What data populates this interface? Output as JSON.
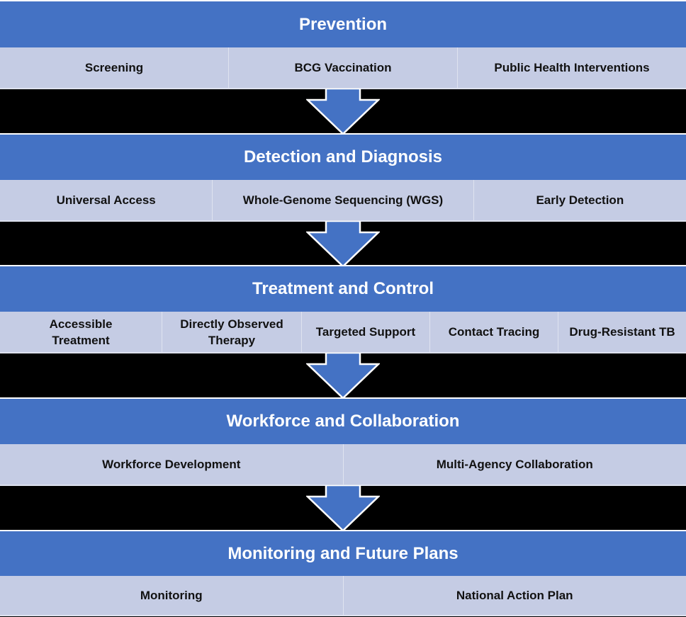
{
  "stages": [
    {
      "title": "Prevention",
      "items": [
        "Screening",
        "BCG Vaccination",
        "Public Health Interventions"
      ]
    },
    {
      "title": "Detection and Diagnosis",
      "items": [
        "Universal Access",
        "Whole-Genome Sequencing (WGS)",
        "Early Detection"
      ]
    },
    {
      "title": "Treatment and Control",
      "items": [
        "Accessible Treatment",
        "Directly Observed Therapy",
        "Targeted Support",
        "Contact Tracing",
        "Drug-Resistant TB"
      ]
    },
    {
      "title": "Workforce and Collaboration",
      "items": [
        "Workforce Development",
        "Multi-Agency Collaboration"
      ]
    },
    {
      "title": "Monitoring and Future Plans",
      "items": [
        "Monitoring",
        "National Action Plan"
      ]
    }
  ],
  "colors": {
    "header": "#4472C4",
    "subrow": "#C5CCE4",
    "background": "#000000",
    "arrow": "#4472C4"
  },
  "arrow_icon": "down-arrow-icon"
}
